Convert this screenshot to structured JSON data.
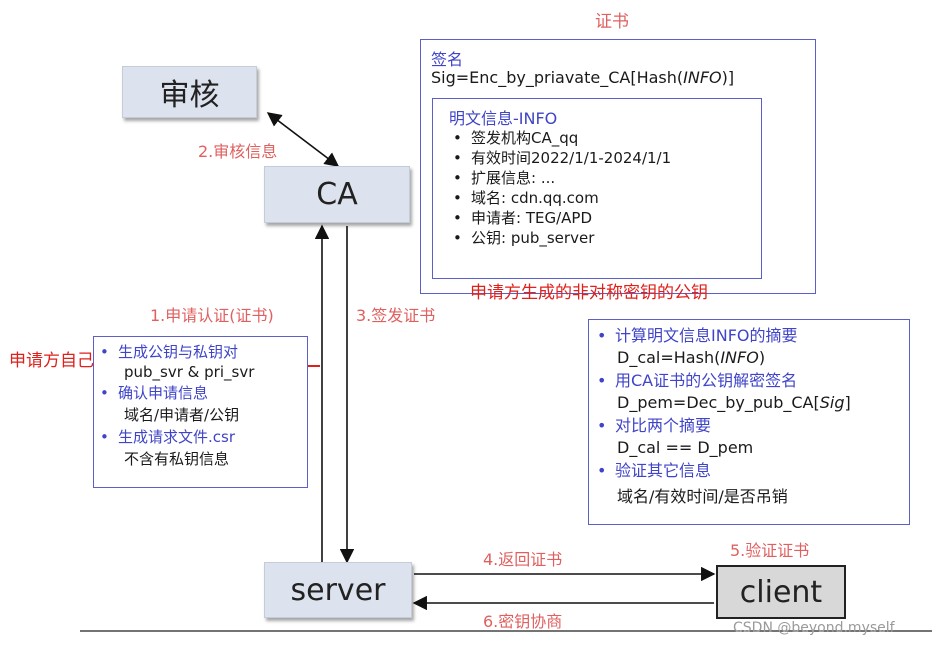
{
  "cert_title": "证书",
  "nodes": {
    "audit": "审核",
    "ca": "CA",
    "server": "server",
    "client": "client"
  },
  "steps": {
    "s1": "1.申请认证(证书)",
    "s2": "2.审核信息",
    "s3": "3.签发证书",
    "s4": "4.返回证书",
    "s5": "5.验证证书",
    "s6": "6.密钥协商"
  },
  "certificate": {
    "sign_label": "签名",
    "sig_line": "Sig=Enc_by_priavate_CA[Hash(INFO)]",
    "info_title": "明文信息-INFO",
    "items": [
      "签发机构CA_qq",
      "有效时间2022/1/1-2024/1/1",
      "扩展信息: ...",
      "域名: cdn.qq.com",
      "申请者: TEG/APD",
      "公钥: pub_server"
    ],
    "pubkey_note": "申请方生成的非对称密钥的公钥"
  },
  "applicant": {
    "side_label": "申请方自己",
    "items": [
      {
        "bullet": "生成公钥与私钥对",
        "detail": "pub_svr & pri_svr"
      },
      {
        "bullet": "确认申请信息",
        "detail": "域名/申请者/公钥"
      },
      {
        "bullet": "生成请求文件.csr",
        "detail": "不含有私钥信息"
      }
    ]
  },
  "verify": {
    "items": [
      {
        "bullet": "计算明文信息INFO的摘要",
        "detail": "D_cal=Hash(INFO)"
      },
      {
        "bullet": "用CA证书的公钥解密签名",
        "detail": "D_pem=Dec_by_pub_CA[Sig]"
      },
      {
        "bullet": "对比两个摘要",
        "detail": "D_cal == D_pem"
      },
      {
        "bullet": "验证其它信息",
        "detail": "域名/有效时间/是否吊销"
      }
    ]
  },
  "watermark": "CSDN @beyond.myself"
}
